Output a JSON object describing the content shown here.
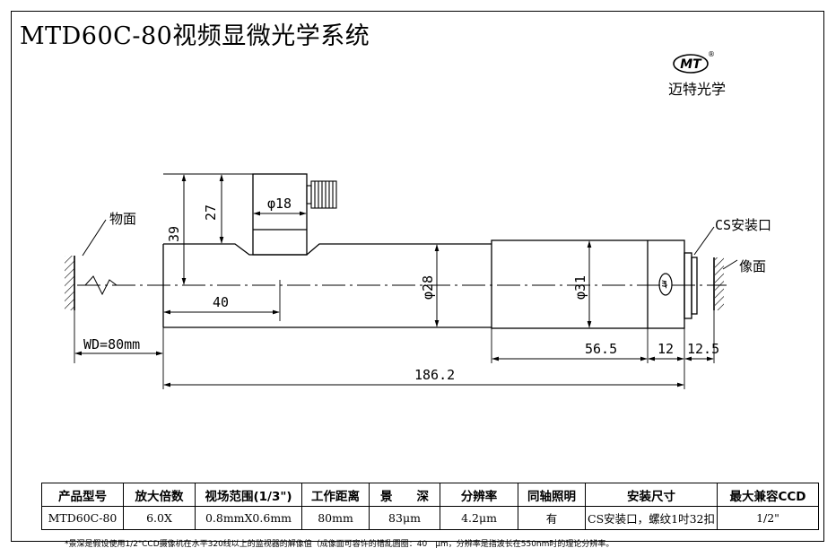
{
  "title": "MTD60C-80视频显微光学系统",
  "logo": {
    "badge": "MT",
    "registered": "®",
    "name": "迈特光学"
  },
  "labels": {
    "object_plane": "物面",
    "image_plane": "像面",
    "cs_mount": "CS安装口",
    "lens_badge": "MT"
  },
  "dimensions": {
    "d18": "φ18",
    "d28": "φ28",
    "d31": "φ31",
    "h27": "27",
    "h39": "39",
    "l40": "40",
    "wd": "WD=80mm",
    "l56_5": "56.5",
    "l12": "12",
    "l12_5": "12.5",
    "total": "186.2"
  },
  "table": {
    "headers": [
      "产品型号",
      "放大倍数",
      "视场范围(1/3\")",
      "工作距离",
      "景　　深",
      "分辨率",
      "同轴照明",
      "安装尺寸",
      "最大兼容CCD"
    ],
    "values": [
      "MTD60C-80",
      "6.0X",
      "0.8mmX0.6mm",
      "80mm",
      "83μm",
      "4.2μm",
      "有",
      "CS安装口，螺纹1吋32扣",
      "1/2\""
    ]
  },
  "footnote": "*景深是假设使用1/2\"CCD摄像机在水平320线以上的监视器的解像值（成像面可容许的错乱圆圈：40　μm，分辨率是指波长在550nm时的理论分辨率。"
}
